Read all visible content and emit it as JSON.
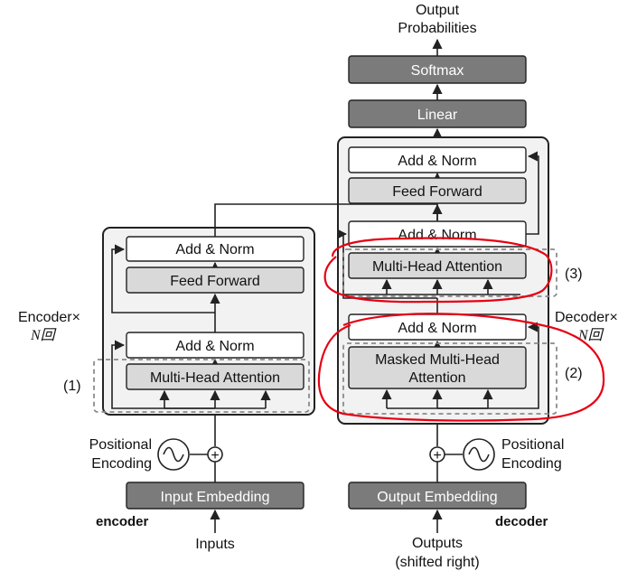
{
  "top": {
    "output_line1": "Output",
    "output_line2": "Probabilities"
  },
  "blocks": {
    "softmax": "Softmax",
    "linear": "Linear",
    "enc_add_norm_top": "Add & Norm",
    "enc_feed_forward": "Feed Forward",
    "enc_add_norm_bottom": "Add & Norm",
    "enc_mha": "Multi-Head Attention",
    "dec_add_norm_1": "Add & Norm",
    "dec_feed_forward": "Feed Forward",
    "dec_add_norm_2": "Add & Norm",
    "dec_mha": "Multi-Head Attention",
    "dec_add_norm_3": "Add & Norm",
    "dec_masked_line1": "Masked Multi-Head",
    "dec_masked_line2": "Attention",
    "input_embedding": "Input Embedding",
    "output_embedding": "Output Embedding"
  },
  "labels": {
    "encoder_stack": "Encoder×",
    "encoder_n": "N回",
    "decoder_stack": "Decoder×",
    "decoder_n": "N回",
    "pos_enc_left_1": "Positional",
    "pos_enc_left_2": "Encoding",
    "pos_enc_right_1": "Positional",
    "pos_enc_right_2": "Encoding",
    "encoder": "encoder",
    "decoder": "decoder",
    "inputs": "Inputs",
    "outputs_1": "Outputs",
    "outputs_2": "(shifted right)",
    "mark1": "(1)",
    "mark2": "(2)",
    "mark3": "(3)",
    "plus": "+"
  },
  "colors": {
    "dark_box": "#7b7b7b",
    "light_box": "#d9d9d9",
    "stack_bg": "#f2f2f2",
    "annotation": "#e60012",
    "dashed": "#8a8a8a"
  }
}
